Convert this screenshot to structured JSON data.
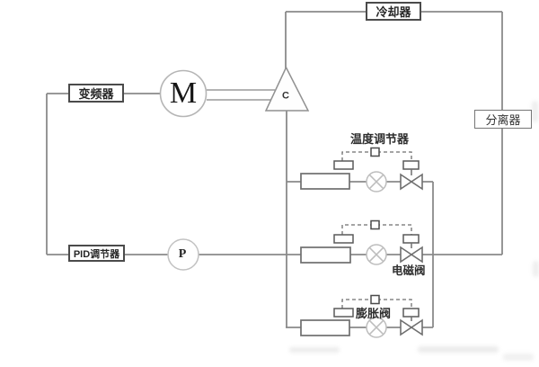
{
  "equipment": {
    "cooler": "冷却器",
    "inverter": "变频器",
    "pid_controller": "PID调节器",
    "separator": "分离器",
    "temperature_regulator": "温度调节器",
    "solenoid_valve": "电磁阀",
    "expansion_valve": "膨胀阀",
    "motor_symbol": "M",
    "compressor_symbol": "C",
    "pressure_symbol": "P"
  },
  "colors": {
    "pipe": "#8a8a8a",
    "box_border": "#4b4b4b",
    "thin_box_border": "#767676",
    "text": "#262626",
    "light_symbol": "#bdbdbd",
    "background": "#ffffff"
  }
}
